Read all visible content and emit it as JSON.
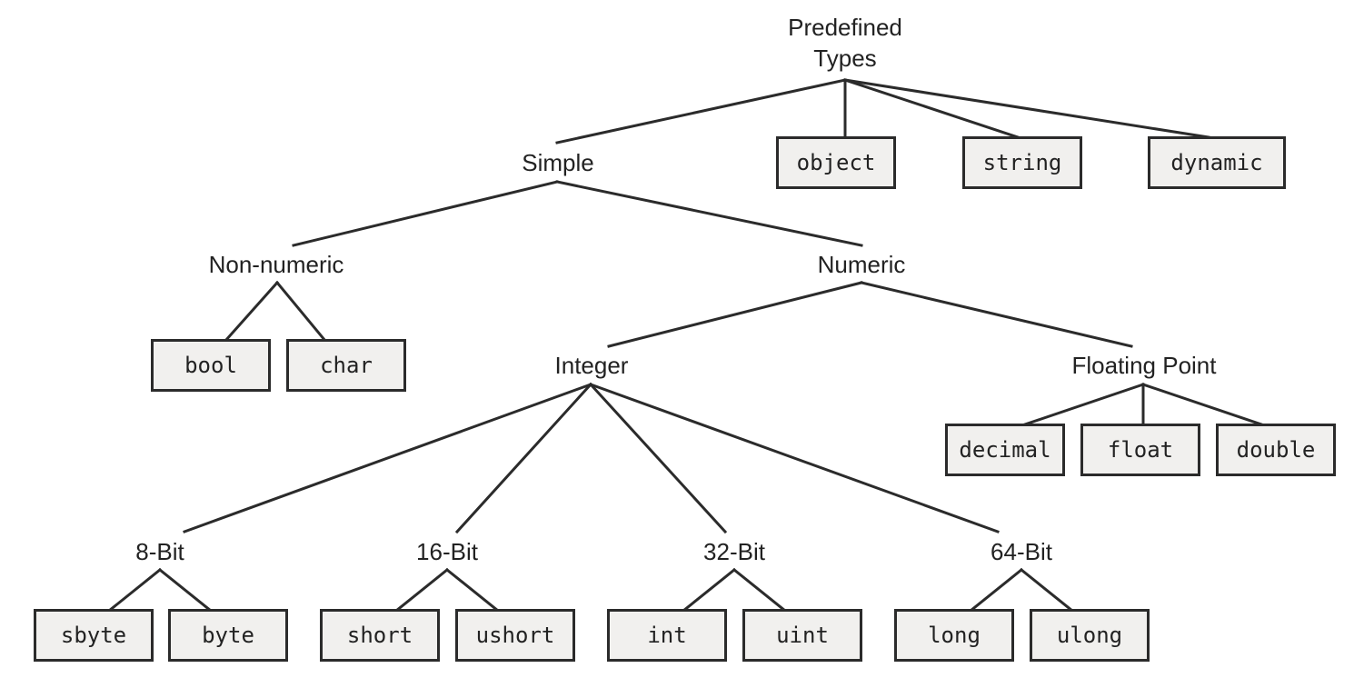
{
  "diagram": {
    "root": "Predefined\nTypes",
    "categories": {
      "simple": "Simple",
      "non_numeric": "Non-numeric",
      "numeric": "Numeric",
      "integer": "Integer",
      "floating_point": "Floating Point",
      "bit8": "8-Bit",
      "bit16": "16-Bit",
      "bit32": "32-Bit",
      "bit64": "64-Bit"
    },
    "types": {
      "object": "object",
      "string": "string",
      "dynamic": "dynamic",
      "bool": "bool",
      "char": "char",
      "decimal": "decimal",
      "float": "float",
      "double": "double",
      "sbyte": "sbyte",
      "byte": "byte",
      "short": "short",
      "ushort": "ushort",
      "int": "int",
      "uint": "uint",
      "long": "long",
      "ulong": "ulong"
    },
    "colors": {
      "line": "#2b2b2b",
      "box_fill": "#f1f0ee",
      "text": "#222222"
    }
  }
}
